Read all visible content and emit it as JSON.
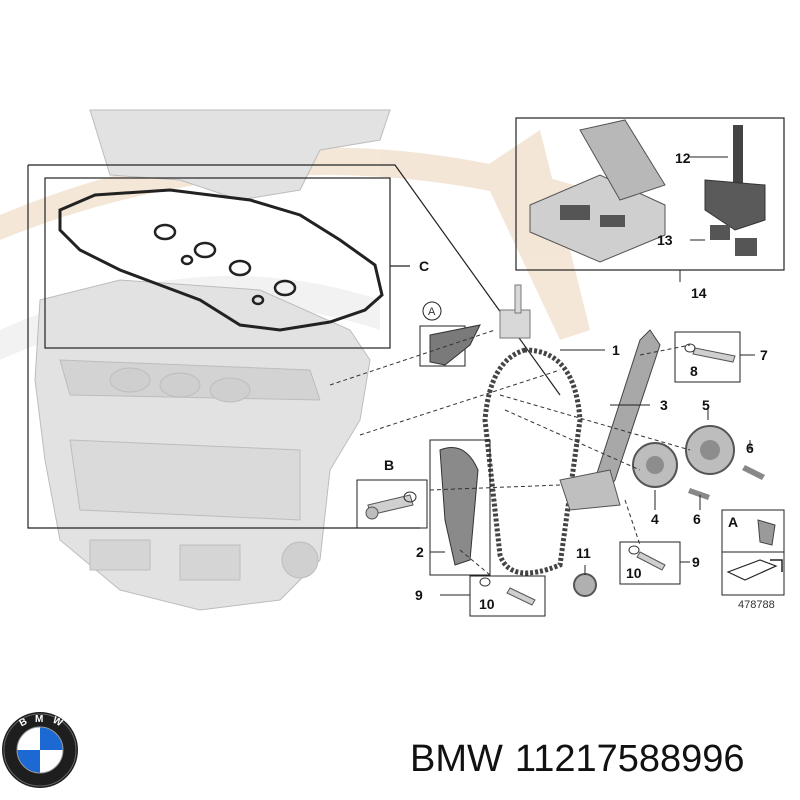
{
  "diagram": {
    "callouts": {
      "c1": "1",
      "c2": "2",
      "c3": "3",
      "c4": "4",
      "c5": "5",
      "c6a": "6",
      "c6b": "6",
      "c7": "7",
      "c8": "8",
      "c9a": "9",
      "c9b": "9",
      "c10a": "10",
      "c10b": "10",
      "c11": "11",
      "c12": "12",
      "c13": "13",
      "c14": "14"
    },
    "letters": {
      "a_marker": "A",
      "b_marker": "B",
      "c_marker": "C",
      "a_legend": "A"
    },
    "image_number": "478788"
  },
  "footer": {
    "brand": "BMW",
    "part_number": "11217588996"
  },
  "logo": {
    "letters": "BMW",
    "colors": {
      "blue": "#1c69d4",
      "ring": "#111111",
      "white": "#ffffff"
    }
  },
  "colors": {
    "watermark": "#f3e4d3",
    "line": "#222222",
    "engine": "#dcdcdc",
    "engine_stroke": "#b5b5b5"
  }
}
